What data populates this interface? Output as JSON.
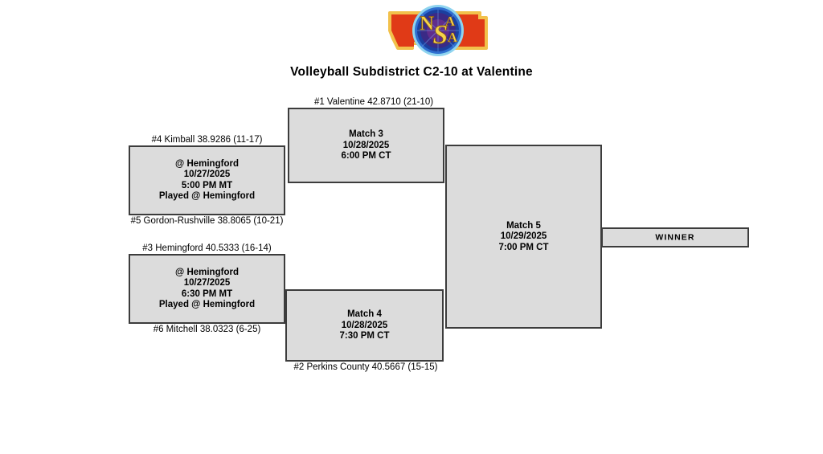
{
  "header": {
    "logo_name": "NSAA Nebraska School Activities Association logo",
    "title": "Volleyball Subdistrict C2-10 at Valentine"
  },
  "bracket": {
    "seeds": {
      "seed1": "#1 Valentine 42.8710 (21-10)",
      "seed2": "#2 Perkins County 40.5667 (15-15)",
      "seed3": "#3 Hemingford 40.5333 (16-14)",
      "seed4": "#4 Kimball 38.9286 (11-17)",
      "seed5": "#5 Gordon-Rushville 38.8065 (10-21)",
      "seed6": "#6 Mitchell 38.0323 (6-25)"
    },
    "match1": {
      "line1": "@ Hemingford",
      "line2": "10/27/2025",
      "line3": "5:00 PM MT",
      "line4": "Played @ Hemingford"
    },
    "match2": {
      "line1": "@ Hemingford",
      "line2": "10/27/2025",
      "line3": "6:30 PM MT",
      "line4": "Played @ Hemingford"
    },
    "match3": {
      "line1": "Match 3",
      "line2": "10/28/2025",
      "line3": "6:00 PM CT"
    },
    "match4": {
      "line1": "Match 4",
      "line2": "10/28/2025",
      "line3": "7:30 PM CT"
    },
    "match5": {
      "line1": "Match 5",
      "line2": "10/29/2025",
      "line3": "7:00 PM CT"
    },
    "winner": {
      "label": "WINNER"
    }
  },
  "colors": {
    "box_fill": "#dcdcdc",
    "box_border": "#3c3c3c",
    "text": "#000000",
    "logo_red": "#e03a17",
    "logo_gold": "#f2c14b",
    "logo_blue": "#1b3f9e"
  }
}
